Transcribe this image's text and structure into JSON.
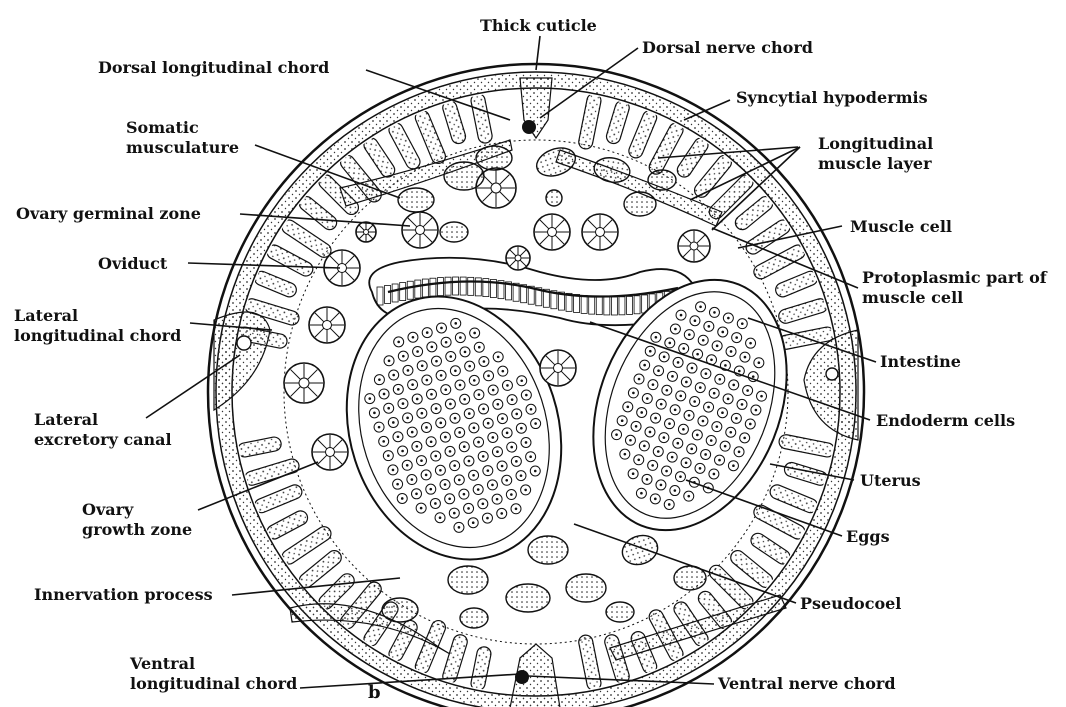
{
  "labels": {
    "thick_cuticle": "Thick cuticle",
    "dorsal_nerve_chord": "Dorsal nerve chord",
    "dorsal_longitudinal_chord": "Dorsal longitudinal chord",
    "syncytial_hypodermis": "Syncytial hypodermis",
    "somatic_musculature": "Somatic\nmusculature",
    "longitudinal_muscle_layer": "Longitudinal\nmuscle layer",
    "ovary_germinal_zone": "Ovary germinal zone",
    "muscle_cell": "Muscle cell",
    "oviduct": "Oviduct",
    "protoplasmic_part": "Protoplasmic part of\nmuscle cell",
    "lateral_longitudinal_chord": "Lateral\nlongitudinal chord",
    "intestine": "Intestine",
    "lateral_excretory_canal": "Lateral\nexcretory canal",
    "endoderm_cells": "Endoderm cells",
    "uterus": "Uterus",
    "ovary_growth_zone": "Ovary\ngrowth zone",
    "eggs": "Eggs",
    "innervation_process": "Innervation process",
    "pseudocoel": "Pseudocoel",
    "ventral_longitudinal_chord": "Ventral\nlongitudinal chord",
    "ventral_nerve_chord": "Ventral nerve chord"
  },
  "figure_label": "b",
  "colors": {
    "ink": "#111111",
    "background": "#ffffff",
    "stipple": "#333333"
  }
}
